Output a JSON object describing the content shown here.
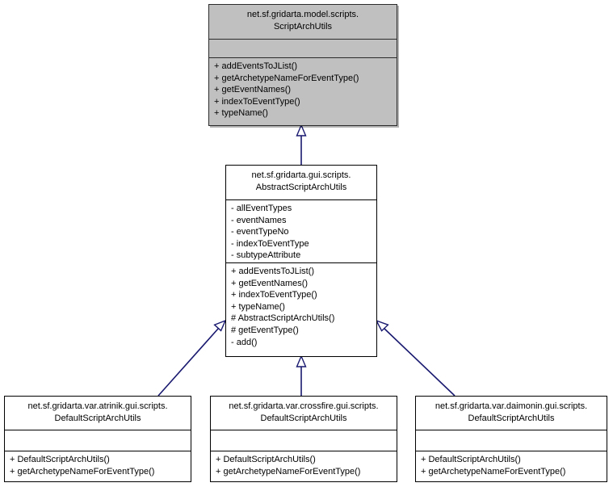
{
  "diagram": {
    "kind": "uml-class-inheritance-diagram",
    "edge_color": "#191970",
    "highlight_fill": "#c0c0c0",
    "box_fill": "#ffffff",
    "border_color": "#000000"
  },
  "classes": {
    "script_arch_utils": {
      "package": "net.sf.gridarta.model.scripts.",
      "name": "ScriptArchUtils",
      "title": "net.sf.gridarta.model.scripts.\nScriptArchUtils",
      "attributes": [],
      "operations": [
        "+ addEventsToJList()",
        "+ getArchetypeNameForEventType()",
        "+ getEventNames()",
        "+ indexToEventType()",
        "+ typeName()"
      ]
    },
    "abstract_script_arch_utils": {
      "package": "net.sf.gridarta.gui.scripts.",
      "name": "AbstractScriptArchUtils",
      "title": "net.sf.gridarta.gui.scripts.\nAbstractScriptArchUtils",
      "attributes": [
        "- allEventTypes",
        "- eventNames",
        "- eventTypeNo",
        "- indexToEventType",
        "- subtypeAttribute"
      ],
      "operations": [
        "+ addEventsToJList()",
        "+ getEventNames()",
        "+ indexToEventType()",
        "+ typeName()",
        "# AbstractScriptArchUtils()",
        "# getEventType()",
        "- add()"
      ]
    },
    "atrinik_default": {
      "package": "net.sf.gridarta.var.atrinik.gui.scripts.",
      "name": "DefaultScriptArchUtils",
      "title": "net.sf.gridarta.var.atrinik.gui.scripts.\nDefaultScriptArchUtils",
      "attributes": [],
      "operations": [
        "+ DefaultScriptArchUtils()",
        "+ getArchetypeNameForEventType()"
      ]
    },
    "crossfire_default": {
      "package": "net.sf.gridarta.var.crossfire.gui.scripts.",
      "name": "DefaultScriptArchUtils",
      "title": "net.sf.gridarta.var.crossfire.gui.scripts.\nDefaultScriptArchUtils",
      "attributes": [],
      "operations": [
        "+ DefaultScriptArchUtils()",
        "+ getArchetypeNameForEventType()"
      ]
    },
    "daimonin_default": {
      "package": "net.sf.gridarta.var.daimonin.gui.scripts.",
      "name": "DefaultScriptArchUtils",
      "title": "net.sf.gridarta.var.daimonin.gui.scripts.\nDefaultScriptArchUtils",
      "attributes": [],
      "operations": [
        "+ DefaultScriptArchUtils()",
        "+ getArchetypeNameForEventType()"
      ]
    }
  },
  "edges": [
    {
      "from": "abstract_script_arch_utils",
      "to": "script_arch_utils",
      "type": "inheritance"
    },
    {
      "from": "atrinik_default",
      "to": "abstract_script_arch_utils",
      "type": "inheritance"
    },
    {
      "from": "crossfire_default",
      "to": "abstract_script_arch_utils",
      "type": "inheritance"
    },
    {
      "from": "daimonin_default",
      "to": "abstract_script_arch_utils",
      "type": "inheritance"
    }
  ]
}
